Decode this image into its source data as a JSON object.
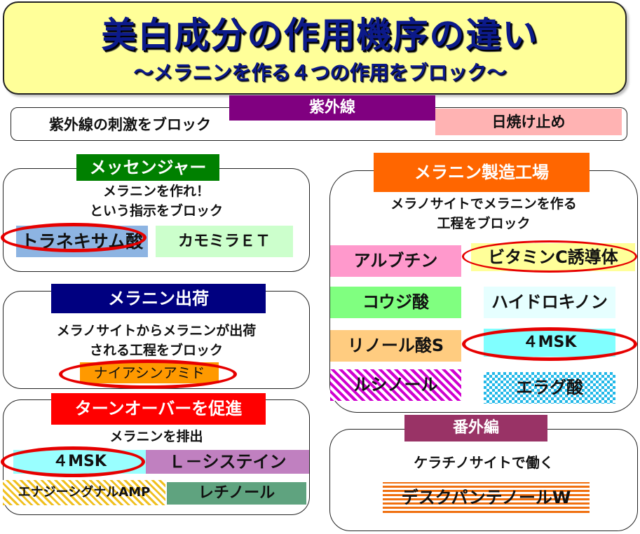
{
  "title": {
    "main": "美白成分の作用機序の違い",
    "sub": "～メラニンを作る４つの作用をブロック～"
  },
  "uv": {
    "header": "紫外線",
    "description": "紫外線の刺激をブロック",
    "items": [
      "日焼け止め"
    ]
  },
  "messenger": {
    "header": "メッセンジャー",
    "description_line1": "メラニンを作れ！",
    "description_line2": "という指示をブロック",
    "items": [
      {
        "label": "トラネキサム酸",
        "color": "#8db4e2",
        "circled": true
      },
      {
        "label": "カモミラＥＴ",
        "color": "#ccffcc",
        "circled": false
      }
    ]
  },
  "shipping": {
    "header": "メラニン出荷",
    "description_line1": "メラノサイトからメラニンが出荷",
    "description_line2": "される工程をブロック",
    "items": [
      {
        "label": "ナイアシンアミド",
        "color": "#ff9900",
        "circled": true
      }
    ]
  },
  "turnover": {
    "header": "ターンオーバーを促進",
    "description": "メラニンを排出",
    "items": [
      {
        "label": "４MSK",
        "color": "#99ffff",
        "circled": true
      },
      {
        "label": "Ｌ－システイン",
        "color": "#c080c0",
        "circled": false
      },
      {
        "label": "エナジーシグナルAMP",
        "pattern": "yellow-diagonal-stripes",
        "circled": false
      },
      {
        "label": "レチノール",
        "color": "#5fa37f",
        "circled": false
      }
    ]
  },
  "factory": {
    "header": "メラニン製造工場",
    "description_line1": "メラノサイトでメラニンを作る",
    "description_line2": "工程をブロック",
    "items": [
      {
        "label": "アルブチン",
        "color": "#ff99cc",
        "circled": false
      },
      {
        "label": "ビタミンC誘導体",
        "color": "#ffff99",
        "circled": true
      },
      {
        "label": "コウジ酸",
        "color": "#80ff80",
        "circled": false
      },
      {
        "label": "ハイドロキノン",
        "color": "#e6ffff",
        "circled": false
      },
      {
        "label": "リノール酸S",
        "color": "#ffcc80",
        "circled": false
      },
      {
        "label": "４MSK",
        "color": "#80ffff",
        "circled": true
      },
      {
        "label": "ルシノール",
        "pattern": "magenta-diagonal-stripes",
        "circled": false
      },
      {
        "label": "エラグ酸",
        "pattern": "cyan-checker",
        "circled": false
      }
    ]
  },
  "extra": {
    "header": "番外編",
    "description": "ケラチノサイトで働く",
    "items": [
      {
        "label": "デスクパンテノールW",
        "pattern": "orange-horizontal-stripes",
        "circled": false
      }
    ]
  },
  "colors": {
    "title_bg": "#ffff99",
    "title_text": "#0c1a8a",
    "uv_header": "#800080",
    "messenger_header": "#008000",
    "shipping_header": "#000080",
    "turnover_header": "#ff0000",
    "factory_header": "#ff6600",
    "extra_header": "#993366",
    "highlight_ring": "#e60000"
  }
}
